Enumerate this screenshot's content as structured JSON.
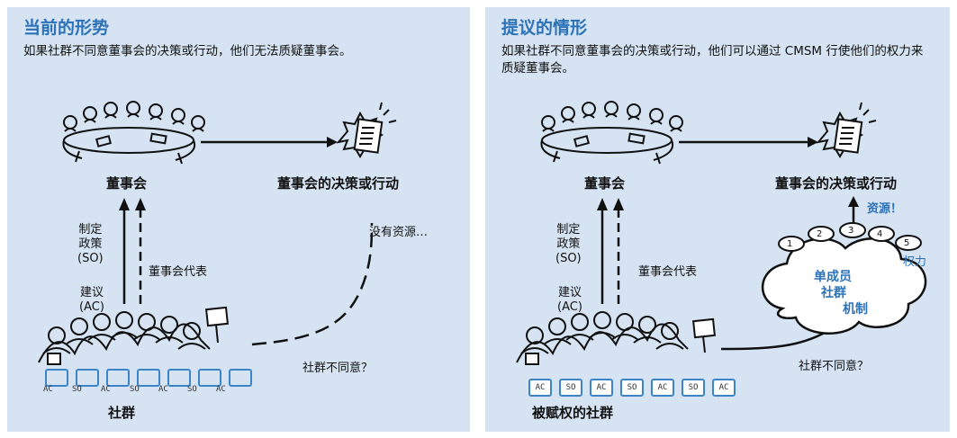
{
  "left": {
    "title": "当前的形势",
    "description": "如果社群不同意董事会的决策或行动，他们无法质疑董事会。",
    "board_label": "董事会",
    "decision_label": "董事会的决策或行动",
    "policy_label": "制定\n政策\n(SO)",
    "advice_label": "建议\n(AC)",
    "rep_label": "董事会代表",
    "no_resources_label": "没有资源…",
    "disagree_label": "社群不同意？",
    "community_label": "社群",
    "box_labels": [
      "AC",
      "SO",
      "AC",
      "SO",
      "AC",
      "SO",
      "AC"
    ]
  },
  "right": {
    "title": "提议的情形",
    "description": "如果社群不同意董事会的决策或行动，他们可以通过 CMSM 行使他们的权力来质疑董事会。",
    "board_label": "董事会",
    "decision_label": "董事会的决策或行动",
    "policy_label": "制定\n政策\n(SO)",
    "advice_label": "建议\n(AC)",
    "rep_label": "董事会代表",
    "resources_label": "资源！",
    "power_label": "权力",
    "cloud_label_1": "单成员",
    "cloud_label_2": "社群",
    "cloud_label_3": "机制",
    "power_numbers": [
      "1",
      "2",
      "3",
      "4",
      "5"
    ],
    "disagree_label": "社群不同意？",
    "community_label": "被赋权的社群",
    "box_labels": [
      "AC",
      "SO",
      "AC",
      "SO",
      "AC",
      "SO",
      "AC"
    ]
  },
  "colors": {
    "panel_bg": "#d6e3f2",
    "title_blue": "#2b72b8",
    "box_blue": "#3d84c7"
  },
  "icons": [
    "board-meeting-icon",
    "document-burst-icon",
    "crowd-icon",
    "cloud-icon"
  ]
}
